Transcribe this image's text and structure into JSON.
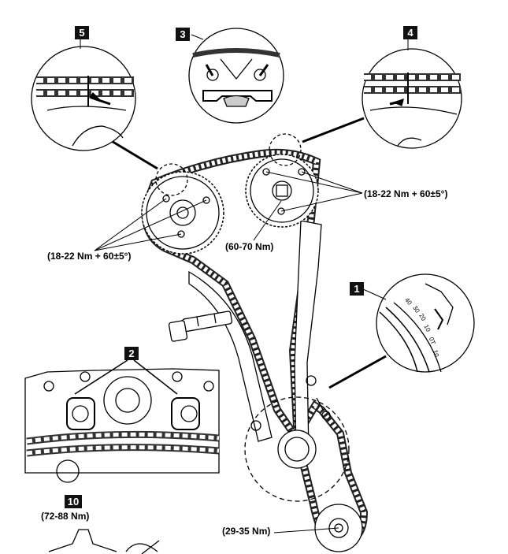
{
  "badges": {
    "b5": "5",
    "b3": "3",
    "b4": "4",
    "b1": "1",
    "b2": "2",
    "b10": "10"
  },
  "torque": {
    "intake_bolts": "(18-22 Nm + 60±5°)",
    "exhaust_bolts": "(18-22 Nm + 60±5°)",
    "exhaust_center": "(60-70 Nm)",
    "crank_bolt": "(29-35 Nm)",
    "lower_bolt": "(72-88 Nm)"
  },
  "scale_marks": {
    "m1": "40",
    "m2": "30",
    "m3": "20",
    "m4": "10",
    "m5": "0T",
    "m6": "10"
  }
}
